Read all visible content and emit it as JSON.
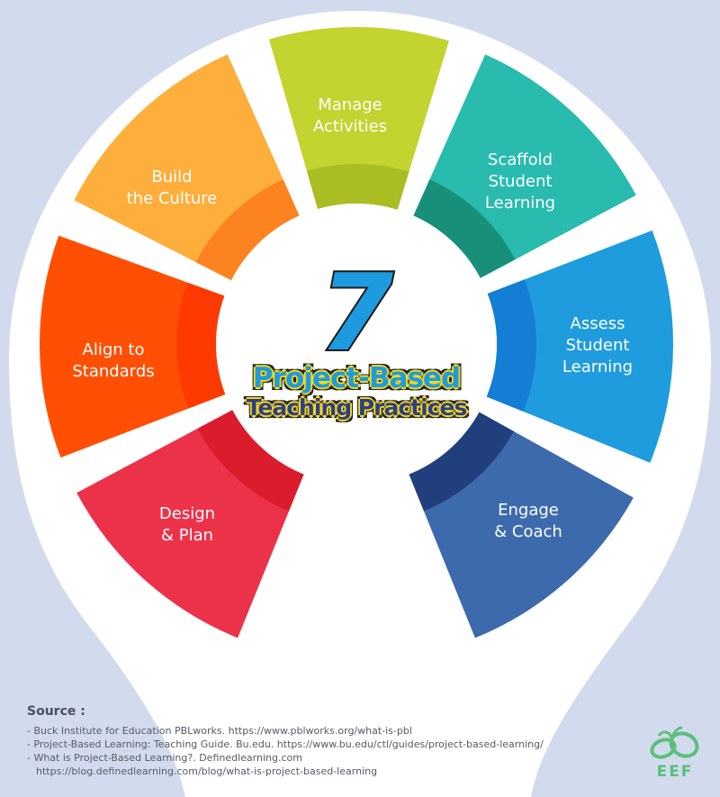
{
  "title": {
    "number": "7",
    "line1": "Project-Based",
    "line2": "Teaching Practices"
  },
  "segments": [
    {
      "label_lines": [
        "Manage",
        "Activities"
      ],
      "color": "#c3d330",
      "inner_color": "#aabd22"
    },
    {
      "label_lines": [
        "Scaffold",
        "Student",
        "Learning"
      ],
      "color": "#28bbae",
      "inner_color": "#189079"
    },
    {
      "label_lines": [
        "Assess",
        "Student",
        "Learning"
      ],
      "color": "#1f9cde",
      "inner_color": "#137ed4"
    },
    {
      "label_lines": [
        "Engage",
        "& Coach"
      ],
      "color": "#3c6aad",
      "inner_color": "#213f7c"
    },
    {
      "label_lines": [
        "Design",
        "& Plan"
      ],
      "color": "#ec3249",
      "inner_color": "#da1c2c"
    },
    {
      "label_lines": [
        "Align to",
        "Standards"
      ],
      "color": "#ff4f04",
      "inner_color": "#ff3a00"
    },
    {
      "label_lines": [
        "Build",
        "the Culture"
      ],
      "color": "#fdae3b",
      "inner_color": "#fd8220"
    }
  ],
  "source": {
    "heading": "Source :",
    "lines": [
      "- Buck Institute for Education PBLworks. https://www.pblworks.org/what-is-pbl",
      "- Project-Based Learning: Teaching Guide. Bu.edu. https://www.bu.edu/ctl/guides/project-based-learning/",
      "- What is Project-Based Learning?. Definedlearning.com",
      "https://blog.definedlearning.com/blog/what-is-project-based-learning"
    ]
  },
  "logo": {
    "text": "EEF",
    "color": "#5bbf7a"
  },
  "colors": {
    "background": "#d2dbed",
    "bulb": "#ffffff"
  }
}
